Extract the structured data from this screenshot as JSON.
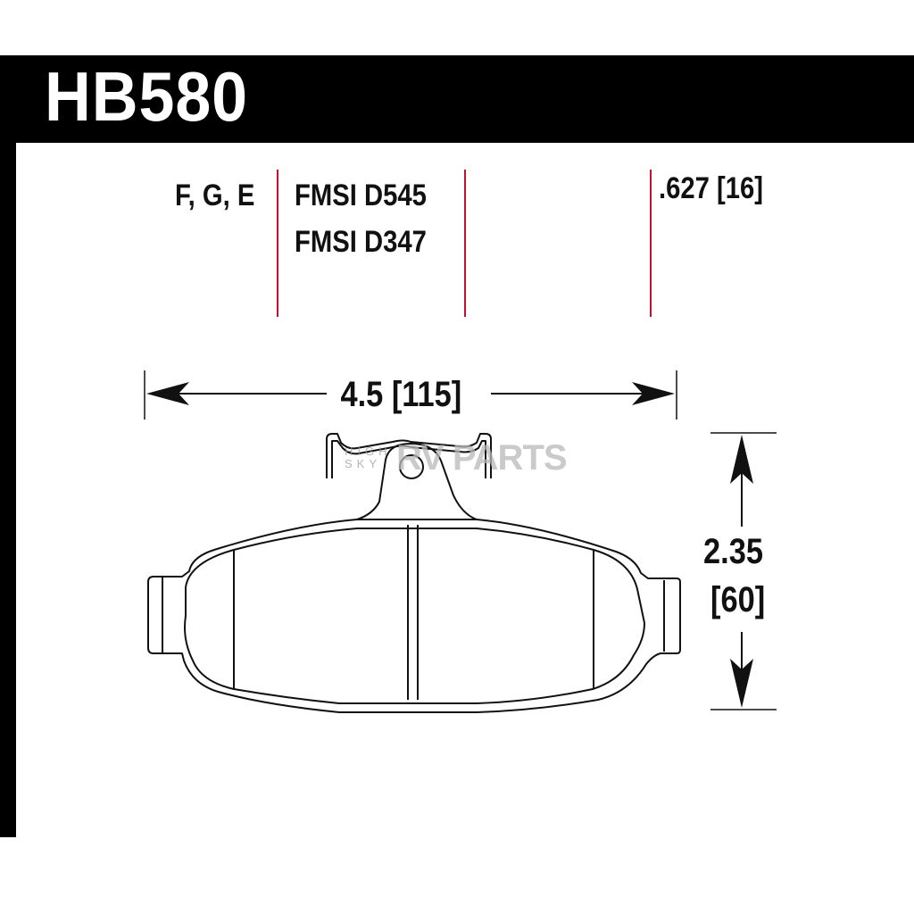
{
  "header": {
    "part_number": "HB580"
  },
  "specs": {
    "compounds": "F, G, E",
    "fmsi_primary": "FMSI D545",
    "fmsi_secondary": "FMSI D347",
    "thickness": ".627 [16]"
  },
  "dimensions": {
    "width": "4.5 [115]",
    "height_in": "2.35",
    "height_mm": "[60]"
  },
  "watermark": {
    "small_text": "HIGH SKY",
    "brand_text": "RV PARTS"
  },
  "colors": {
    "header_background": "#000000",
    "divider_lines": "#c8102e",
    "line_art": "#111111"
  }
}
